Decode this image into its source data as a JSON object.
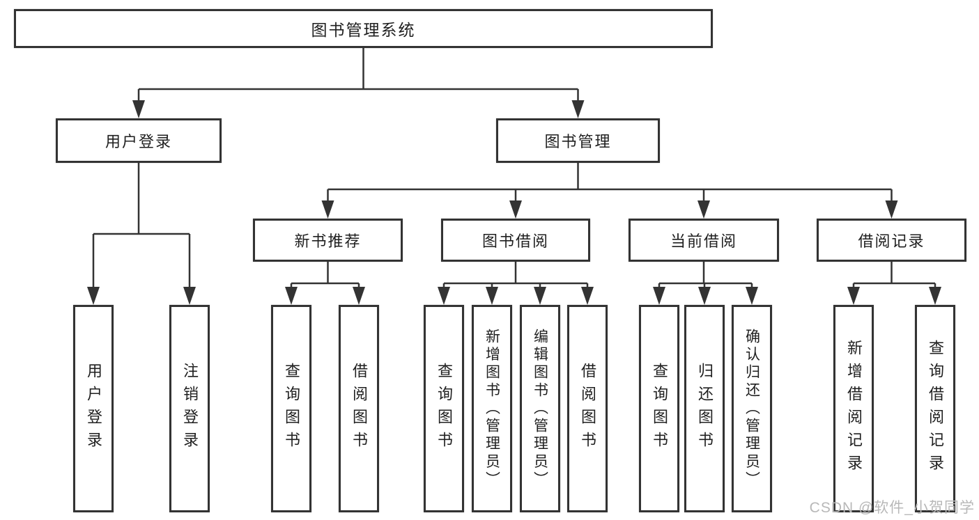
{
  "tree": {
    "root": {
      "label": "图书管理系统",
      "children": [
        {
          "label": "用户登录",
          "children": [
            {
              "label": "用户登录"
            },
            {
              "label": "注销登录"
            }
          ]
        },
        {
          "label": "图书管理",
          "children": [
            {
              "label": "新书推荐",
              "children": [
                {
                  "label": "查询图书"
                },
                {
                  "label": "借阅图书"
                }
              ]
            },
            {
              "label": "图书借阅",
              "children": [
                {
                  "label": "查询图书"
                },
                {
                  "label": "新增图书（管理员）"
                },
                {
                  "label": "编辑图书（管理员）"
                },
                {
                  "label": "借阅图书"
                }
              ]
            },
            {
              "label": "当前借阅",
              "children": [
                {
                  "label": "查询图书"
                },
                {
                  "label": "归还图书"
                },
                {
                  "label": "确认归还（管理员）"
                }
              ]
            },
            {
              "label": "借阅记录",
              "children": [
                {
                  "label": "新增借阅记录"
                },
                {
                  "label": "查询借阅记录"
                }
              ]
            }
          ]
        }
      ]
    }
  },
  "watermark": "CSDN @软件_小贺同学",
  "colors": {
    "line": "#333333",
    "border": "#333333",
    "text": "#1f1f1f",
    "background": "#ffffff",
    "watermark": "#b8b8b8"
  }
}
